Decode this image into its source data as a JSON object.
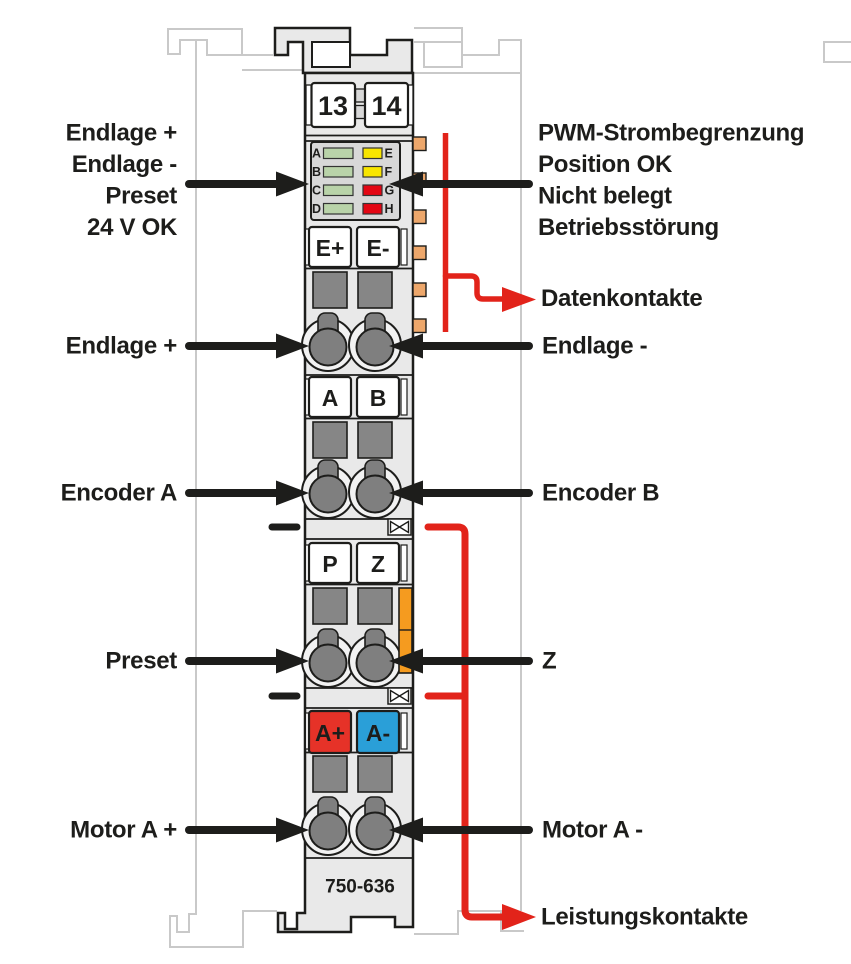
{
  "module": {
    "model": "750-636",
    "top_terminals": [
      "13",
      "14"
    ],
    "led_rows": [
      {
        "left": "A",
        "right": "E",
        "left_color": "#b9d3a9",
        "right_color": "#f8e500"
      },
      {
        "left": "B",
        "right": "F",
        "left_color": "#b9d3a9",
        "right_color": "#f8e500"
      },
      {
        "left": "C",
        "right": "G",
        "left_color": "#b9d3a9",
        "right_color": "#e30613"
      },
      {
        "left": "D",
        "right": "H",
        "left_color": "#b9d3a9",
        "right_color": "#e30613"
      }
    ],
    "terminal_rows": [
      {
        "left": "E+",
        "right": "E-",
        "left_fill": "#ffffff",
        "right_fill": "#ffffff"
      },
      {
        "left": "A",
        "right": "B",
        "left_fill": "#ffffff",
        "right_fill": "#ffffff"
      },
      {
        "left": "P",
        "right": "Z",
        "left_fill": "#ffffff",
        "right_fill": "#ffffff"
      },
      {
        "left": "A+",
        "right": "A-",
        "left_fill": "#e63228",
        "right_fill": "#2a9fd8"
      }
    ]
  },
  "callouts": {
    "left_top_block": [
      "Endlage +",
      "Endlage -",
      "Preset",
      "24 V OK"
    ],
    "right_top_block": [
      "PWM-Strombegrenzung",
      "Position OK",
      "Nicht belegt",
      "Betriebsstörung"
    ],
    "left_rows": [
      "Endlage +",
      "Encoder A",
      "Preset",
      "Motor A +"
    ],
    "right_rows": [
      "Endlage -",
      "Encoder B",
      "Z",
      "Motor A -"
    ],
    "data_contacts": "Datenkontakte",
    "power_contacts": "Leistungskontakte"
  },
  "colors": {
    "red_accent": "#e2231a",
    "arrow_black": "#1d1d1b",
    "body_gray": "#e9e9e9",
    "led_block_gray": "#d8d8d8",
    "clamp_gray": "#868686",
    "contact_orange": "#eda76b",
    "latch_orange": "#f59b1f",
    "neighbor_outline": "#c9c9c9"
  }
}
